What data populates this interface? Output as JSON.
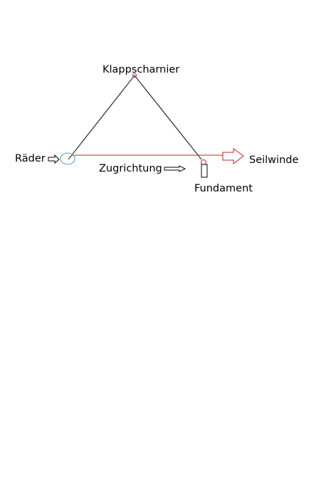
{
  "diagram": {
    "labels": {
      "hinge": "Klappscharnier",
      "wheels": "Räder",
      "pull_direction": "Zugrichtung",
      "foundation": "Fundament",
      "winch": "Seilwinde"
    },
    "colors": {
      "frame_line": "#000000",
      "rope_line": "#cc2222",
      "wheel_circle": "#3aa0d8",
      "hinge_point": "#cc2222",
      "background": "#ffffff"
    },
    "icons": {
      "wheels_pointer": "hollow-arrow-right-icon",
      "pull_direction_pointer": "hollow-arrow-right-icon",
      "winch_arrow": "hollow-arrow-right-icon",
      "foundation_block": "rectangle-post"
    }
  }
}
